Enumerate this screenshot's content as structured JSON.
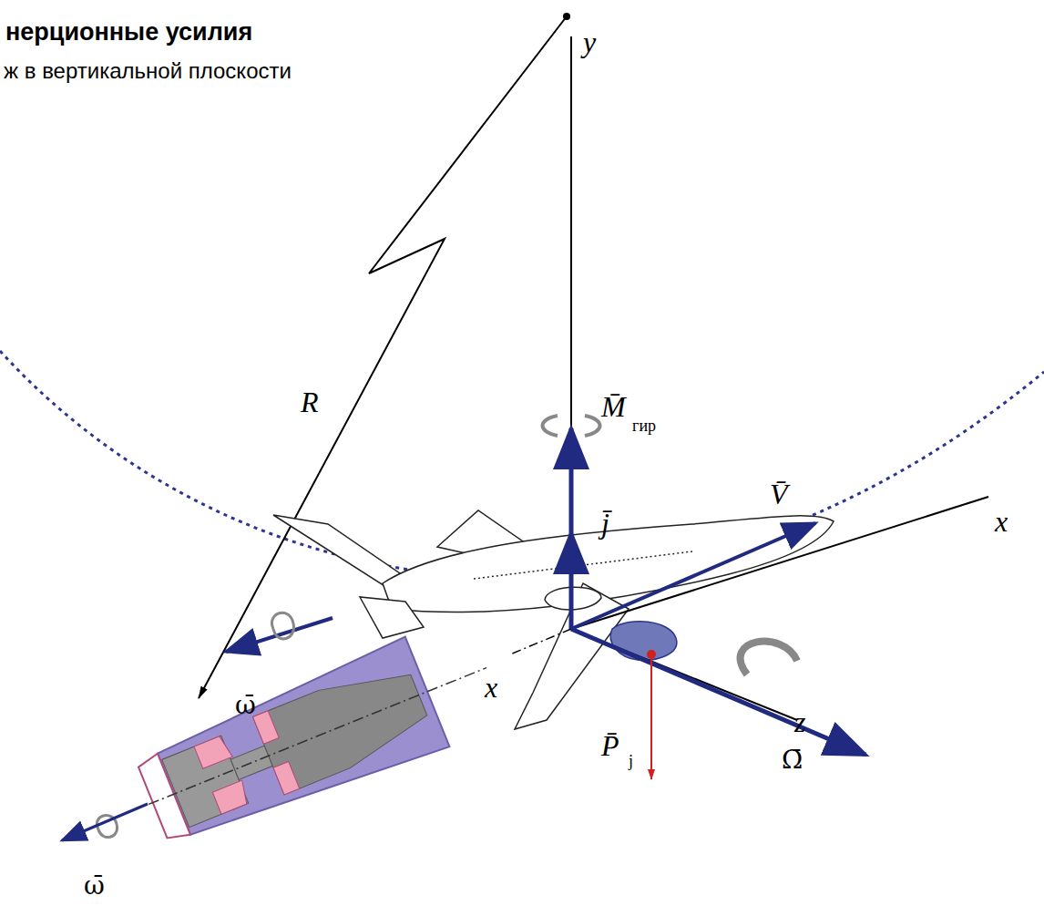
{
  "diagram": {
    "title": "нерционные усилия",
    "labels": [
      "ж в вертикальной плоскости",
      "y",
      "R",
      "M̄",
      "гир",
      "j̄",
      "V̄",
      "x",
      "x",
      "P̄",
      "j",
      "z",
      "Ω̄",
      "ω̄",
      "ω̄"
    ]
  }
}
